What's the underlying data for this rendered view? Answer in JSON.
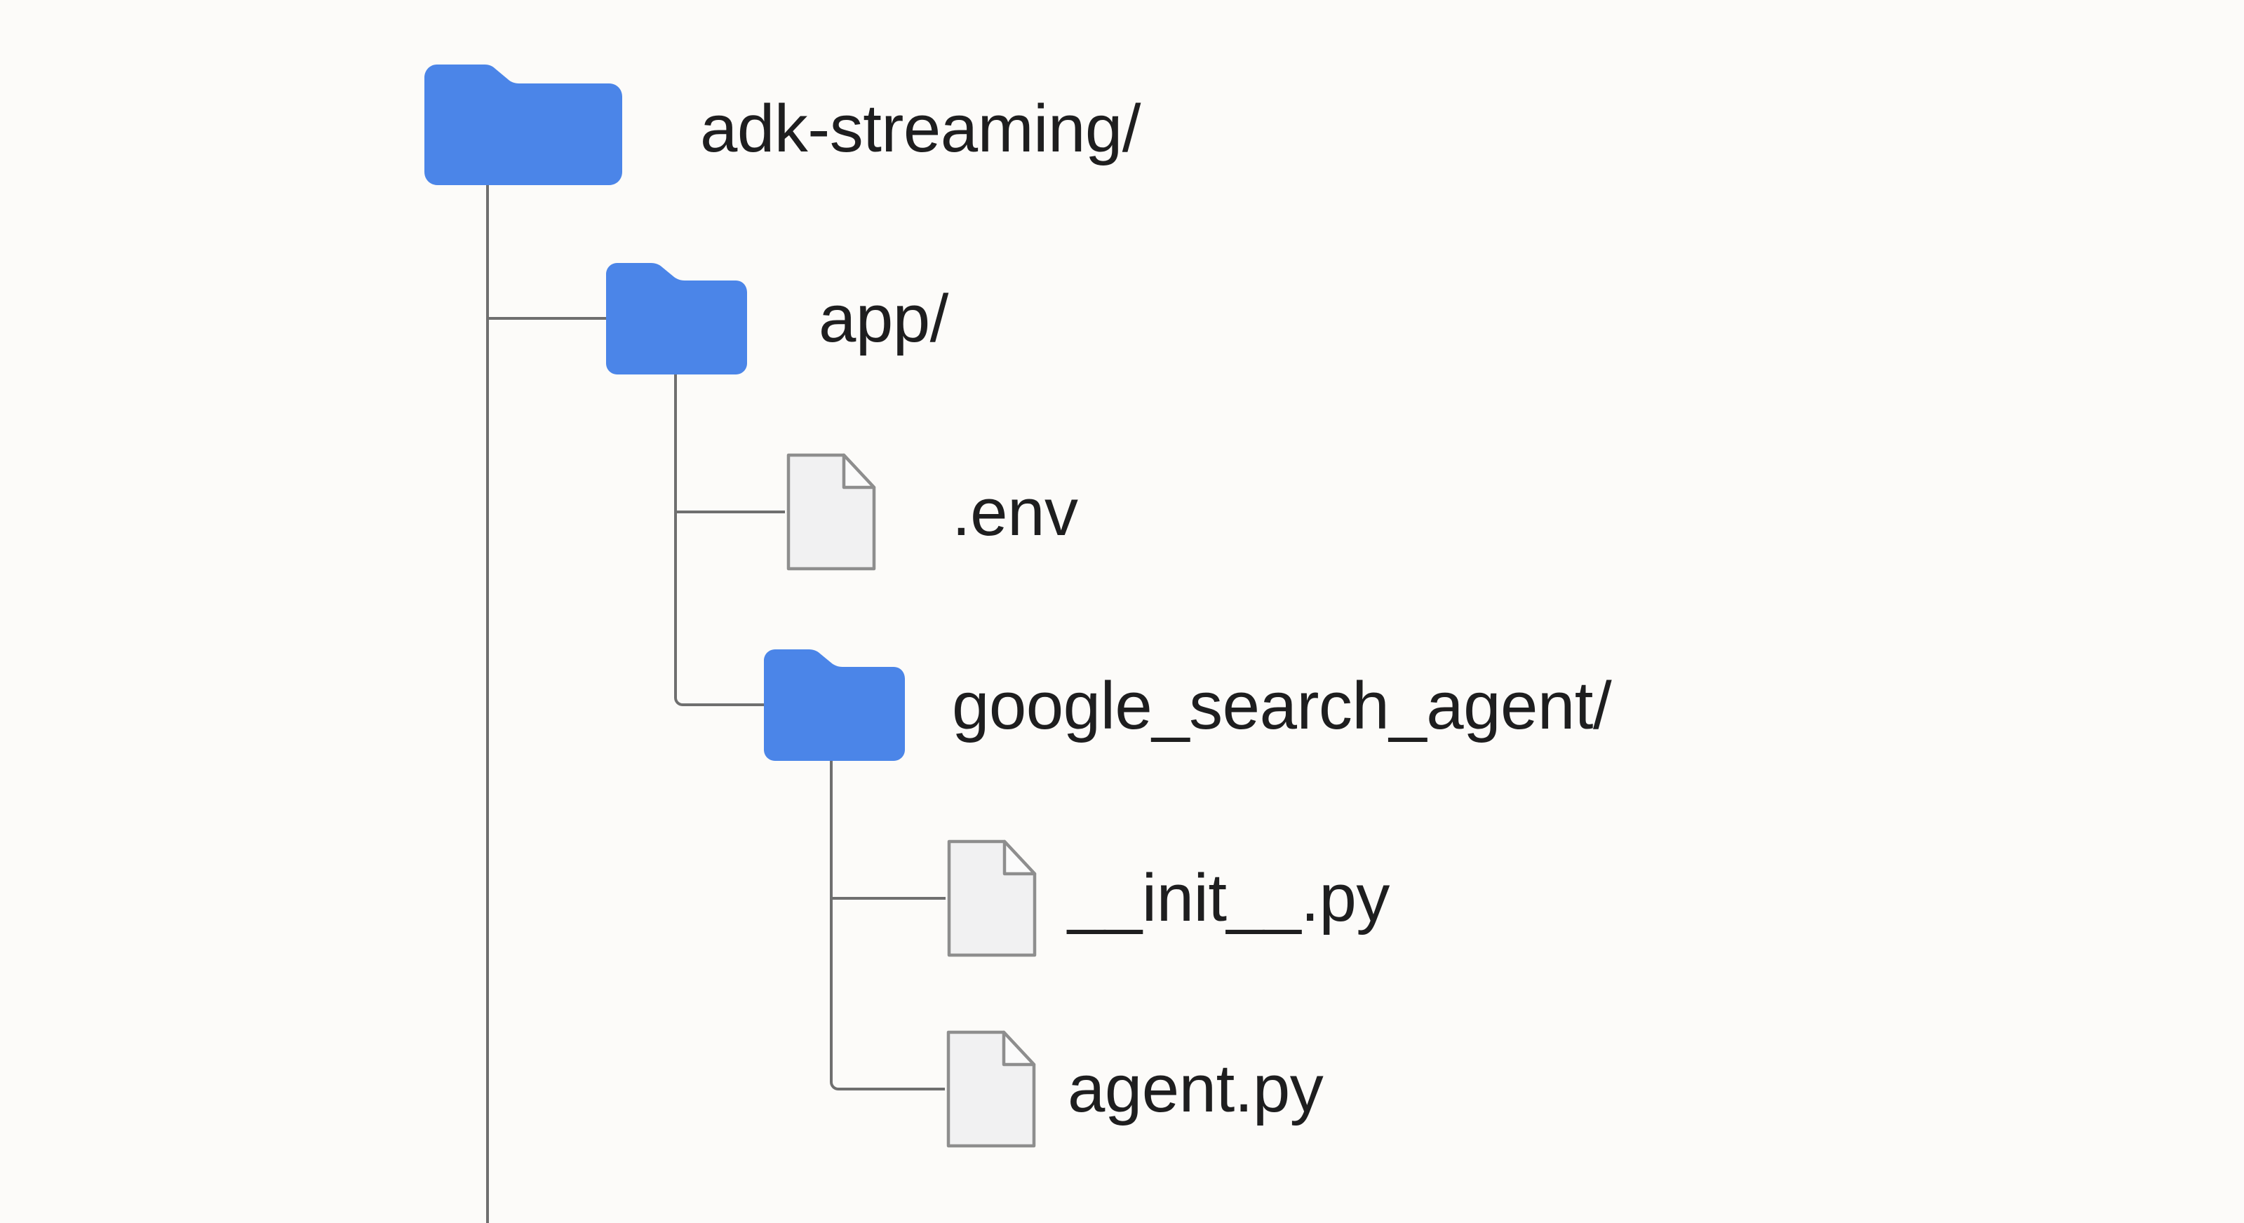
{
  "colors": {
    "background": "#fcfbf9",
    "folder_blue": "#4b85e8",
    "connector_gray": "#6f6f6f",
    "file_border_gray": "#8e8e8e",
    "file_fill": "#f1f1f2",
    "file_fold_fill": "#fbfbfb",
    "label_text": "#1e1e1f"
  },
  "tree": {
    "items": [
      {
        "label": "adk-streaming/",
        "type": "folder",
        "depth": 0
      },
      {
        "label": "app/",
        "type": "folder",
        "depth": 1
      },
      {
        "label": ".env",
        "type": "file",
        "depth": 2
      },
      {
        "label": "google_search_agent/",
        "type": "folder",
        "depth": 2
      },
      {
        "label": "__init__.py",
        "type": "file",
        "depth": 3
      },
      {
        "label": "agent.py",
        "type": "file",
        "depth": 3
      }
    ]
  }
}
